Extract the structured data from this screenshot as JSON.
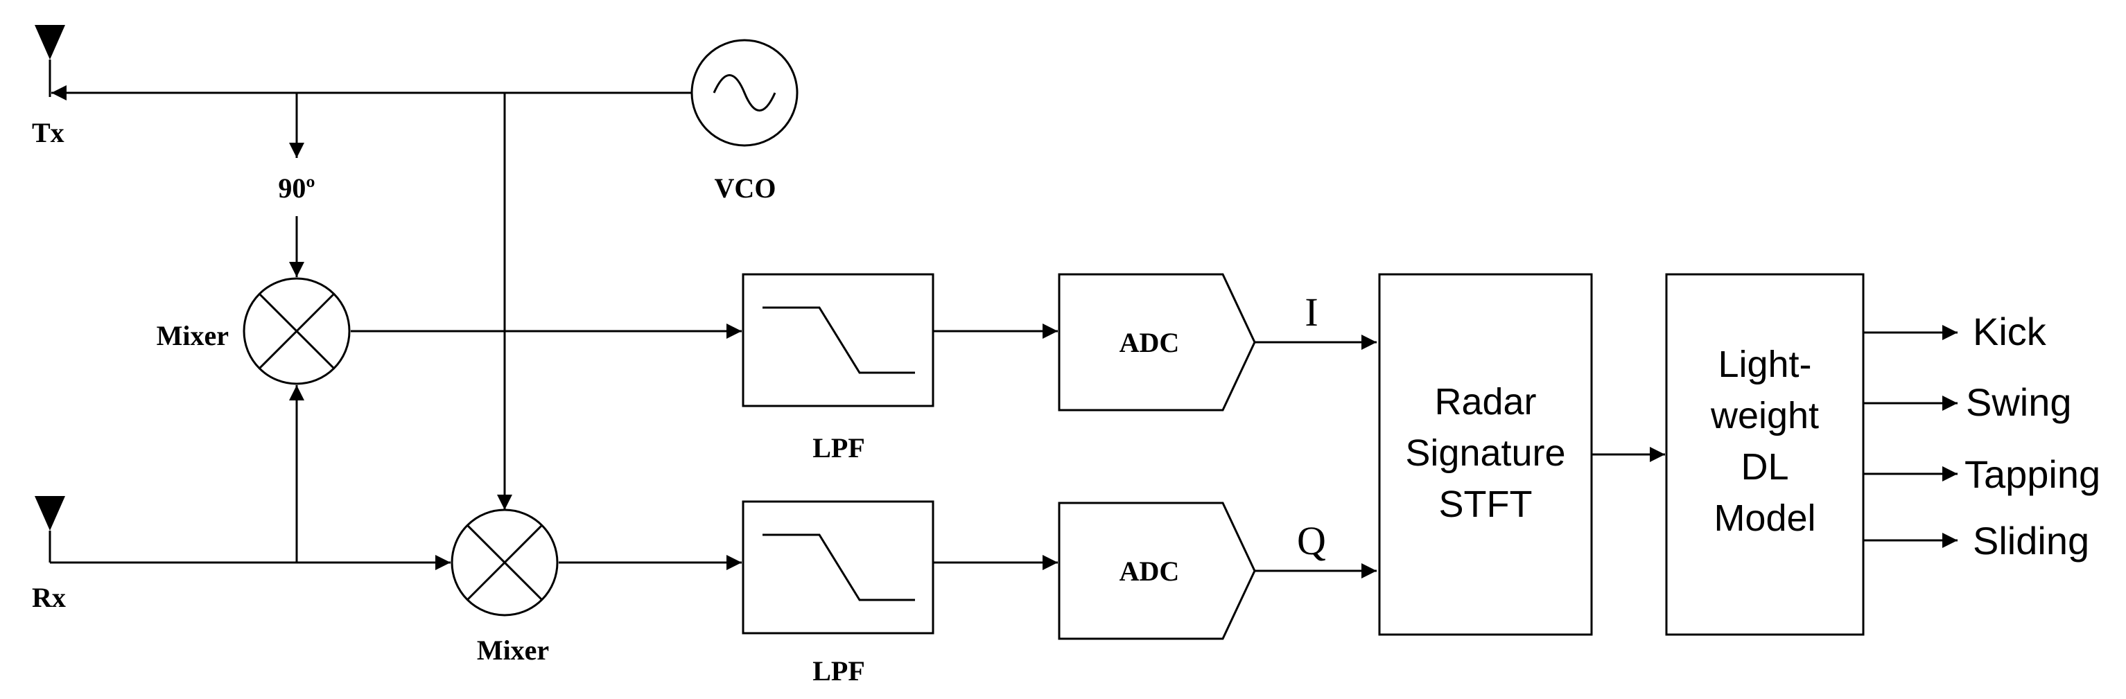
{
  "labels": {
    "tx": "Tx",
    "rx": "Rx",
    "vco": "VCO",
    "phase_shift": "90º",
    "mixer_top": "Mixer",
    "mixer_bottom": "Mixer",
    "adc_top": "ADC",
    "adc_bottom": "ADC",
    "lpf_top": "LPF",
    "lpf_bottom": "LPF",
    "i_channel": "I",
    "q_channel": "Q",
    "radar_line1": "Radar",
    "radar_line2": "Signature",
    "radar_line3": "STFT",
    "dl_line1": "Light-",
    "dl_line2": "weight",
    "dl_line3": "DL",
    "dl_line4": "Model"
  },
  "outputs": [
    "Kick",
    "Swing",
    "Tapping",
    "Sliding"
  ]
}
